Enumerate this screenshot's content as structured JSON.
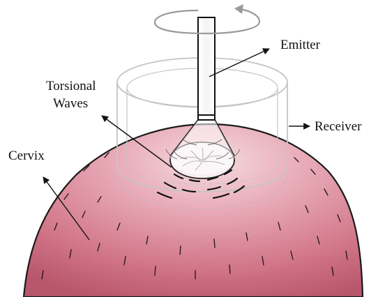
{
  "labels": {
    "emitter": "Emitter",
    "torsional_line1": "Torsional",
    "torsional_line2": "Waves",
    "receiver": "Receiver",
    "cervix": "Cervix"
  },
  "colors": {
    "cervix_fill": "#d37a8c",
    "cervix_highlight": "#f2c9d1",
    "cervix_outline": "#1a1a1a",
    "device_ghost": "#c8c8c8",
    "rotation_arrow": "#9a9a9a",
    "line": "#111111"
  },
  "icons": {
    "rotation": "circular-rotation-arrow",
    "pointer": "arrow"
  }
}
